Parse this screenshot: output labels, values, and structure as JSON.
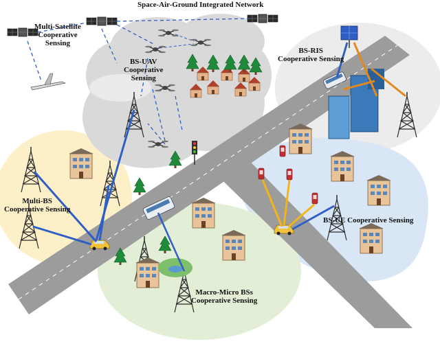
{
  "title": "Space-Air-Ground Integrated Network",
  "regions": {
    "multi_satellite": [
      "Multi-Satellite",
      "Cooperative",
      "Sensing"
    ],
    "bs_uav": [
      "BS-UAV",
      "Cooperative",
      "Sensing"
    ],
    "bs_ris": [
      "BS-RIS",
      "Cooperative Sensing"
    ],
    "multi_bs": [
      "Multi-BS",
      "Cooperative Sensing"
    ],
    "bs_ue": "BS-UE Cooperative Sensing",
    "macro_micro": [
      "Macro-Micro BSs",
      "Cooperative Sensing"
    ]
  },
  "colors": {
    "cloud": "#d9d9d9",
    "region_bs_ris": "#ececec",
    "region_multi_bs": "#fdf0c8",
    "region_bs_ue": "#d8e6f6",
    "region_macro_micro": "#e2efd6",
    "road": "#9c9c9c",
    "link_blue": "#2f5fc4",
    "link_orange": "#e0891e",
    "link_yellow": "#f2b41c",
    "tower": "#2a2a2a"
  },
  "icons": [
    "satellite-icon",
    "uav-icon",
    "airplane-icon",
    "tower-icon",
    "ris-panel-icon",
    "bus-icon",
    "car-icon",
    "building-icon",
    "house-icon",
    "tree-icon",
    "phone-icon",
    "traffic-light-icon"
  ]
}
